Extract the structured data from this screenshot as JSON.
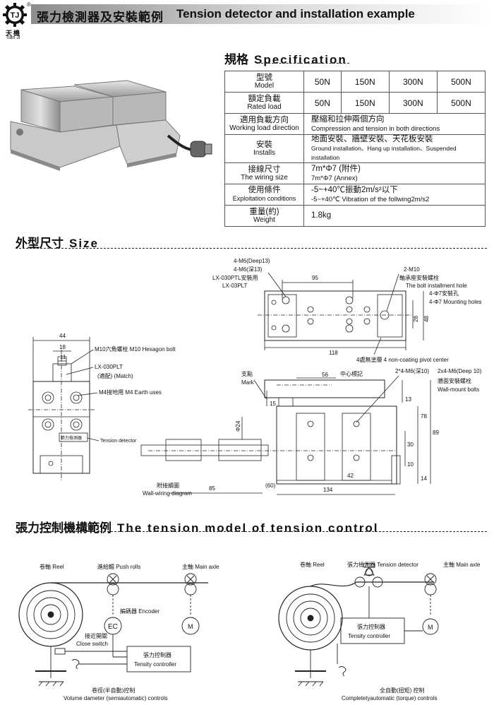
{
  "header": {
    "logo_mark": "TJ",
    "logo_cn": "天機",
    "logo_en": "Tian Ji",
    "reg": "®",
    "title_cn": "張力檢測器及安裝範例",
    "title_en": "Tension detector and installation example"
  },
  "spec": {
    "title_cn": "規格",
    "title_en": "Specification",
    "rows": {
      "model": {
        "cn": "型號",
        "en": "Model",
        "values": [
          "50N",
          "150N",
          "300N",
          "500N"
        ]
      },
      "rated": {
        "cn": "額定負載",
        "en": "Rated load",
        "values": [
          "50N",
          "150N",
          "300N",
          "500N"
        ]
      },
      "direction": {
        "cn": "適用負載方向",
        "en": "Working load direction",
        "v1": "壓縮和拉伸兩個方向",
        "v2": "Compression and tension in both directions"
      },
      "installs": {
        "cn": "安裝",
        "en": "Installs",
        "v1": "地面安裝、牆壁安裝、天花板安裝",
        "v2": "Ground installation、Hang up installation、Suspended installation"
      },
      "wiring": {
        "cn": "接線尺寸",
        "en": "The wiring size",
        "v1": "7m*Φ7 (附件)",
        "v2": "7m*Φ7 (Annex)"
      },
      "conditions": {
        "cn": "使用條件",
        "en": "Exploitation conditions",
        "v1": "-5~+40℃振動2m/s²以下",
        "v2": "-5~+40℃ Vibration of the follwing2m/s2"
      },
      "weight": {
        "cn": "重量(約)",
        "en": "Weight",
        "v1": "1.8kg"
      }
    }
  },
  "size": {
    "title_cn": "外型尺寸",
    "title_en": "Size",
    "left": {
      "d44": "44",
      "d18": "18",
      "d11": "11",
      "bolt": "M10六角螺栓  M10 Hexagon bolt",
      "match_a": "LX-030PLT",
      "match_b": "(適配)  (Match)",
      "earth": "M4接地用  M4 Earth uses",
      "detector_tag": "張力檢測器",
      "detector": "Tension detector"
    },
    "top": {
      "m6a": "4-M6(Deep13)",
      "m6b": "4-M6(深13)",
      "lxa": "LX-030PTL安裝用",
      "lxb": "LX-03PLT",
      "d95": "95",
      "d118": "118",
      "d28": "28",
      "d48": "48",
      "m10": "2-M10",
      "bolt_cn": "軸承座安裝螺栓",
      "bolt_en": "The bolt installment hole",
      "mount_cn": "4-Φ7安裝孔",
      "mount_en": "4-Φ7 Mounting holes",
      "pivot": "4處無塗層  4 non-coating pivot center"
    },
    "front": {
      "mark_cn": "支點",
      "mark_en": "Mark",
      "d56": "56",
      "center": "中心標記",
      "m6_cn": "2*4-M6(深10)",
      "m6_en": "2x4-M6(Deep 10)",
      "wall_cn": "牆面安裝螺栓",
      "wall_en": "Wall-mount bolts",
      "d15": "15",
      "d13": "13",
      "d78": "78",
      "d89": "89",
      "d30": "30",
      "d10": "10",
      "d14": "14",
      "d24": "Φ24",
      "d42": "42",
      "d134": "134",
      "d85": "85",
      "d60": "(60)",
      "wiring_cn": "附接續圖",
      "wiring_en": "Wall-wiring diagram"
    }
  },
  "model": {
    "title_cn": "張力控制機構範例",
    "title_en": "The tension model of tension control",
    "left": {
      "reel": "卷軸  Reel",
      "push": "進給輥  Push rolls",
      "axle": "主軸  Main axle",
      "encoder": "編碼器  Encoder",
      "ec": "EC",
      "m": "M",
      "close_cn": "接近開關",
      "close_en": "Close switch",
      "ctrl_cn": "張力控制器",
      "ctrl_en": "Tensity controller",
      "caption_cn": "卷徑(半自動)控制",
      "caption_en": "Volume dameter (semiautomatic) controls"
    },
    "right": {
      "reel": "卷軸  Reel",
      "detector": "張力檢測器  Tension detector",
      "axle": "主軸  Main axle",
      "m": "M",
      "ctrl_cn": "張力控制器",
      "ctrl_en": "Tensity controller",
      "caption_cn": "全自動(扭矩) 控制",
      "caption_en": "Completetyautomatic (torque) controls"
    }
  },
  "colors": {
    "ink": "#111111",
    "header_grad_start": "#9a9a9a",
    "header_grad_end": "#ffffff",
    "photo_metal": "#c8c8c8"
  }
}
